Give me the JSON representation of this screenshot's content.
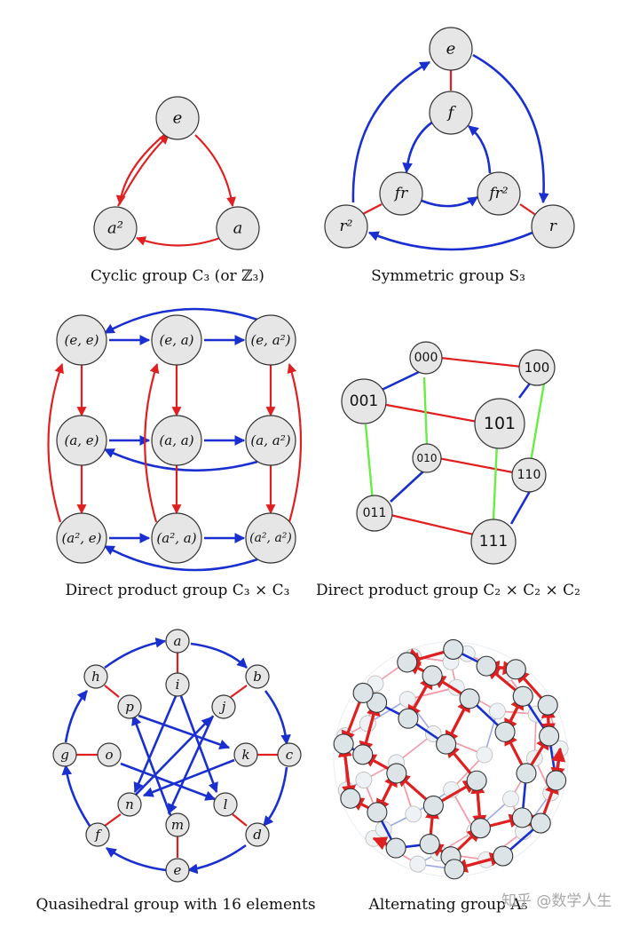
{
  "captions": {
    "c3": "Cyclic group C₃ (or ℤ₃)",
    "s3": "Symmetric group S₃",
    "c3c3": "Direct product group C₃ × C₃",
    "c2c2c2": "Direct product group C₂ × C₂ × C₂",
    "quasi": "Quasihedral group with 16 elements",
    "a5": "Alternating group A₅"
  },
  "c3_nodes": [
    "e",
    "a",
    "a²"
  ],
  "s3_nodes": [
    "e",
    "f",
    "fr",
    "fr²",
    "r²",
    "r"
  ],
  "c3c3_nodes": [
    [
      "(e, e)",
      "(e, a)",
      "(e, a²)"
    ],
    [
      "(a, e)",
      "(a, a)",
      "(a, a²)"
    ],
    [
      "(a², e)",
      "(a², a)",
      "(a², a²)"
    ]
  ],
  "cube_nodes": [
    "000",
    "100",
    "001",
    "101",
    "010",
    "110",
    "011",
    "111"
  ],
  "quasi_outer": [
    "a",
    "b",
    "c",
    "d",
    "e",
    "f",
    "g",
    "h"
  ],
  "quasi_inner": [
    "i",
    "j",
    "k",
    "l",
    "m",
    "n",
    "o",
    "p"
  ],
  "watermark": "知乎 @数学人生",
  "colors": {
    "red": "#e02020",
    "blue": "#1a2fd0",
    "green": "#66ee44",
    "node": "#e6e6e6"
  }
}
